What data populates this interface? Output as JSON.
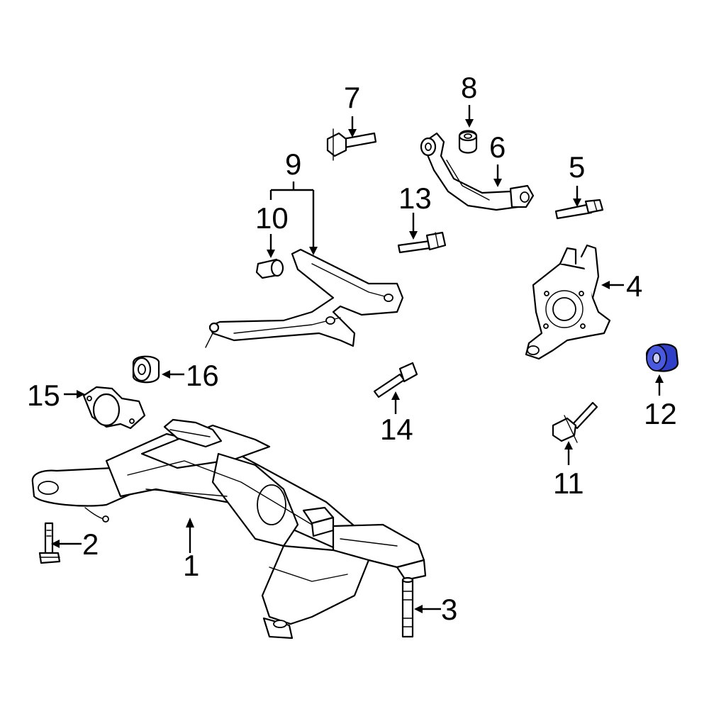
{
  "diagram": {
    "highlight_color": "#2f3fc8",
    "highlighted_part": "12",
    "callouts": {
      "c1": "1",
      "c2": "2",
      "c3": "3",
      "c4": "4",
      "c5": "5",
      "c6": "6",
      "c7": "7",
      "c8": "8",
      "c9": "9",
      "c10": "10",
      "c11": "11",
      "c12": "12",
      "c13": "13",
      "c14": "14",
      "c15": "15",
      "c16": "16"
    }
  }
}
